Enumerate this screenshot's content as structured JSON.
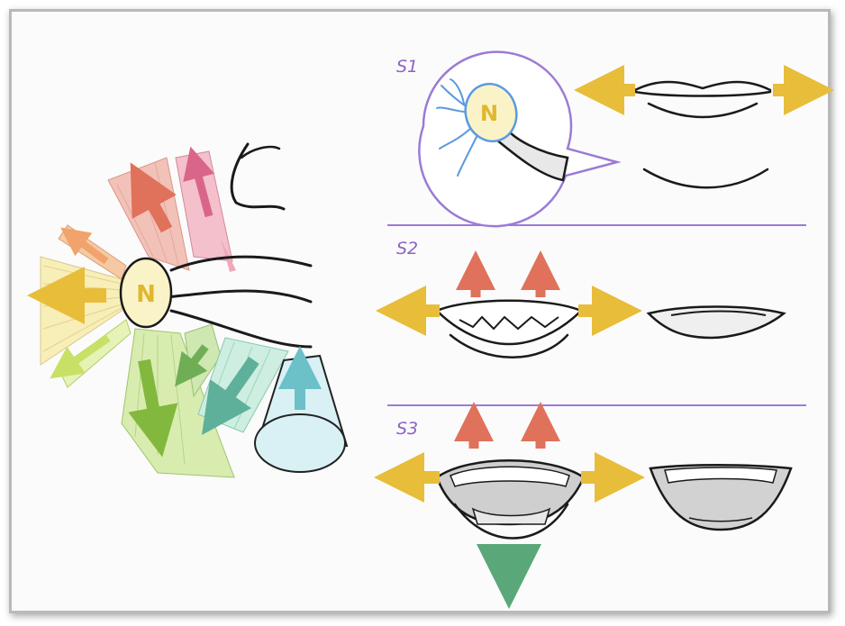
{
  "diagram": {
    "nerve_label": "N",
    "sections": [
      {
        "label": "S1"
      },
      {
        "label": "S2"
      },
      {
        "label": "S3"
      }
    ]
  },
  "colors": {
    "section_label": "#8f62c6",
    "divider": "#9b7bd6",
    "nerve_oval": "#fbf3c8",
    "nerve_letter": "#e0b72d",
    "arrow_yellow": "#e8bd3a",
    "arrow_red": "#e0715a",
    "arrow_green": "#5aa87a",
    "arrow_pink": "#d9668a",
    "arrow_teal": "#6cc0c8",
    "arrow_lime": "#a9cf52",
    "nerve_branch_blue": "#5a9ae0"
  }
}
